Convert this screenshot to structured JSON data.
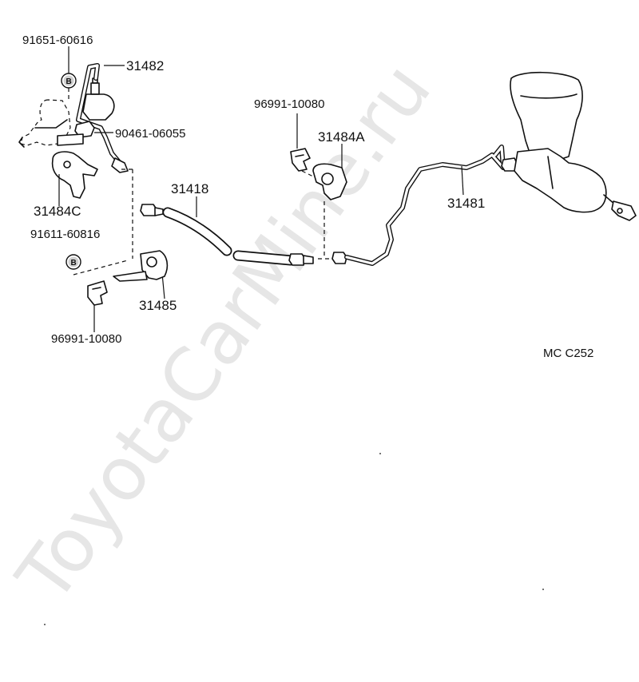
{
  "watermark": "ToyotaCarMine.ru",
  "diagram_code": "MC C252",
  "labels": {
    "p91651": "91651-60616",
    "p31482": "31482",
    "p90461": "90461-06055",
    "p31484c": "31484C",
    "p91611": "91611-60816",
    "p96991_left": "96991-10080",
    "p31485": "31485",
    "p31418": "31418",
    "p96991_top": "96991-10080",
    "p31484a": "31484A",
    "p31481": "31481"
  },
  "badges": {
    "b1": "B",
    "b2": "B"
  }
}
